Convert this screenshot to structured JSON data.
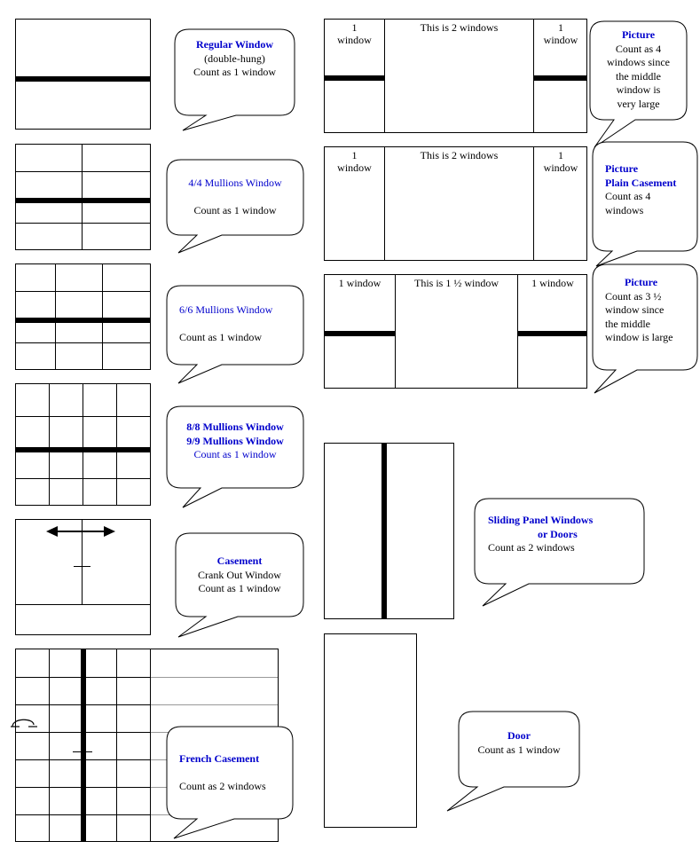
{
  "bubbles": {
    "regular": {
      "title": "Regular Window",
      "line1": "(double-hung)",
      "line2": "Count as 1 window"
    },
    "m44": {
      "title": "4/4 Mullions Window",
      "line1": "Count as 1 window"
    },
    "m66": {
      "title": "6/6 Mullions Window",
      "line1": "Count as 1 window"
    },
    "m88": {
      "title1": "8/8 Mullions Window",
      "title2": "9/9 Mullions Window",
      "line1": "Count as 1 window"
    },
    "casement": {
      "title": "Casement",
      "line1": "Crank Out Window",
      "line2": "Count as 1 window"
    },
    "french": {
      "title": "French Casement",
      "line1": "Count as 2 windows"
    },
    "picture1": {
      "title": "Picture",
      "line1": "Count as 4",
      "line2": "windows since",
      "line3": "the middle",
      "line4": "window is",
      "line5": "very large"
    },
    "picture2": {
      "title1": "Picture",
      "title2": "Plain Casement",
      "line1": "Count as 4",
      "line2": "windows"
    },
    "picture3": {
      "title": "Picture",
      "line1": "Count as 3 ½",
      "line2": "window since",
      "line3": "the middle",
      "line4": "window is large"
    },
    "sliding": {
      "title1": "Sliding Panel Windows",
      "title2": "or Doors",
      "line1": "Count as 2 windows"
    },
    "door": {
      "title": "Door",
      "line1": "Count as 1 window"
    }
  },
  "picture_windows": {
    "row1": {
      "left_line1": "1",
      "left_line2": "window",
      "middle": "This is 2 windows",
      "right_line1": "1",
      "right_line2": "window"
    },
    "row2": {
      "left_line1": "1",
      "left_line2": "window",
      "middle": "This is 2 windows",
      "right_line1": "1",
      "right_line2": "window"
    },
    "row3": {
      "left": "1 window",
      "middle": "This is 1 ½ window",
      "right": "1 window"
    }
  },
  "colors": {
    "title": "#0000cc",
    "line": "#000000",
    "french_grid": "#999999"
  },
  "icons": [
    "double-arrow-icon",
    "door-handle-icon"
  ]
}
